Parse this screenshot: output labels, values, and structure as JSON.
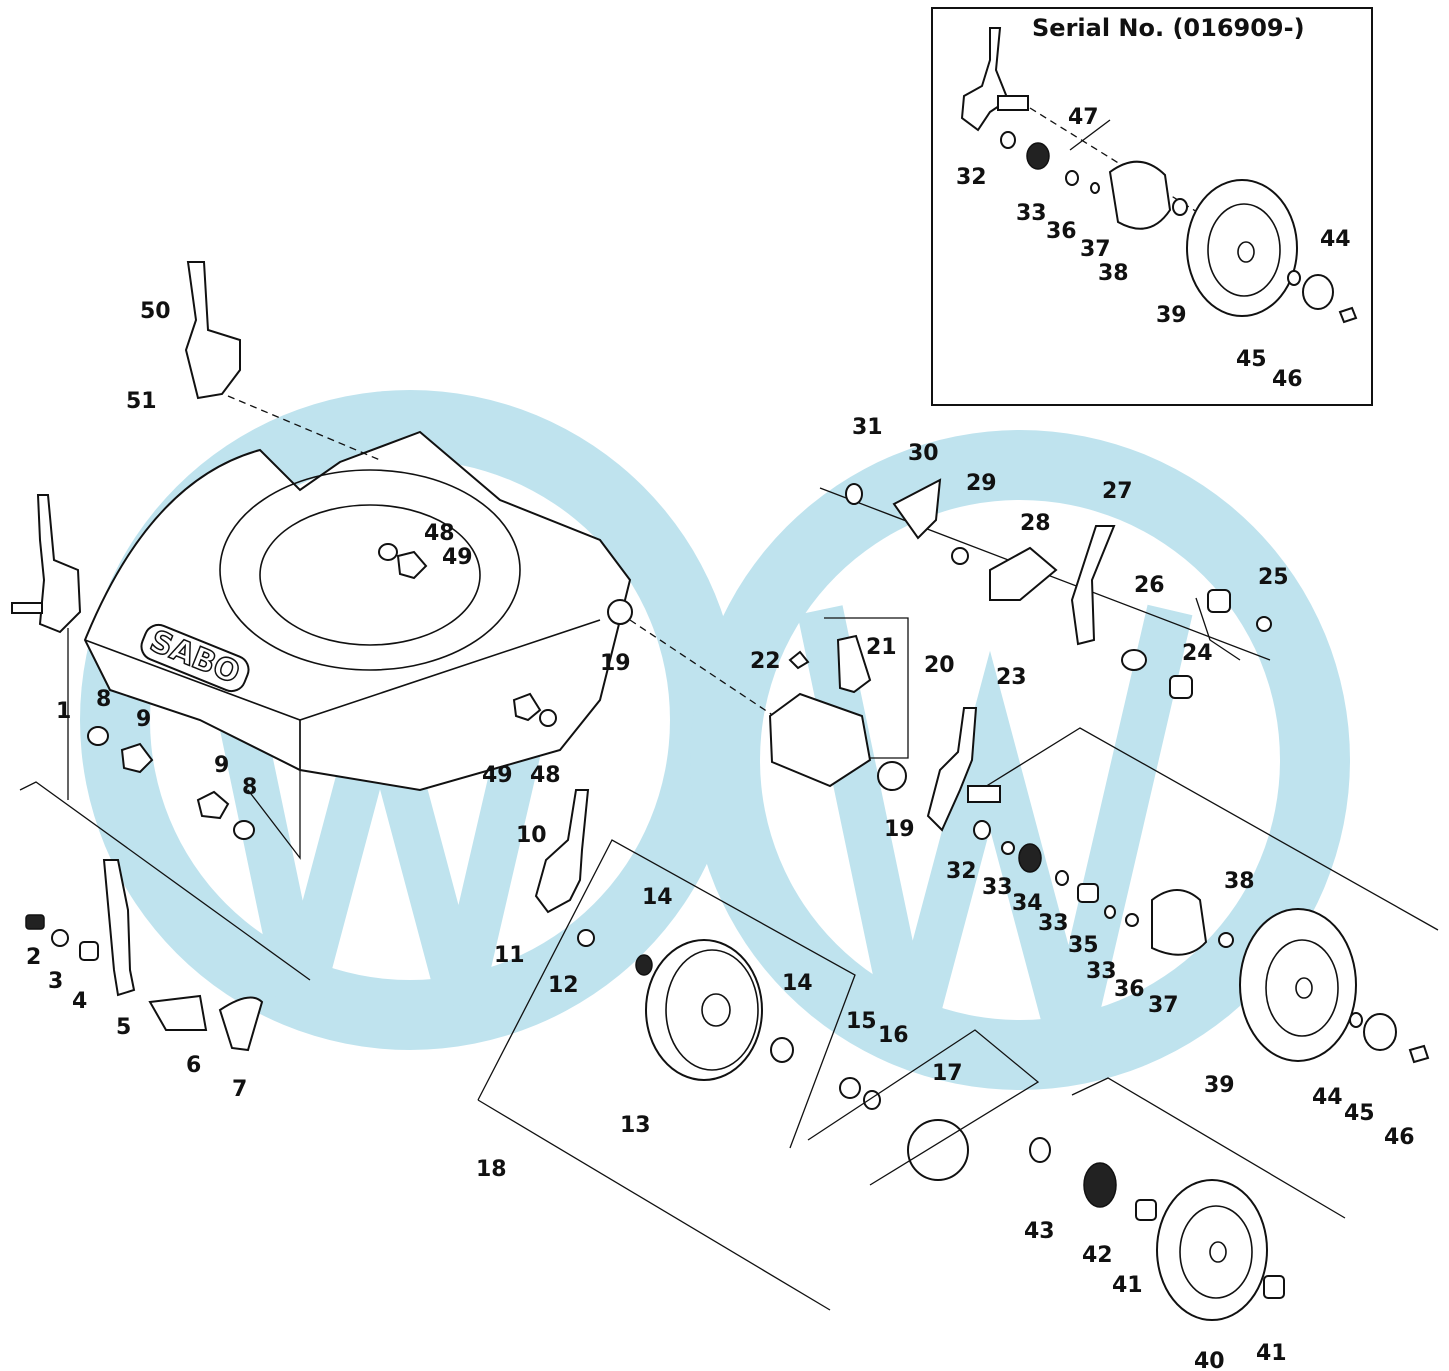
{
  "inset": {
    "title": "Serial No. (016909-)",
    "labels": [
      "32",
      "47",
      "33",
      "36",
      "37",
      "38",
      "39",
      "44",
      "45",
      "46"
    ]
  },
  "deck_logo": "SABO",
  "main_labels": [
    "1",
    "2",
    "3",
    "4",
    "5",
    "6",
    "7",
    "8",
    "9",
    "9",
    "8",
    "10",
    "11",
    "12",
    "13",
    "14",
    "14",
    "15",
    "16",
    "17",
    "18",
    "19",
    "19",
    "20",
    "21",
    "22",
    "23",
    "24",
    "25",
    "26",
    "27",
    "28",
    "29",
    "30",
    "31",
    "32",
    "33",
    "34",
    "33",
    "35",
    "33",
    "36",
    "37",
    "38",
    "39",
    "40",
    "41",
    "41",
    "42",
    "43",
    "44",
    "45",
    "46",
    "48",
    "49",
    "48",
    "49",
    "50",
    "51"
  ],
  "icons": [
    "wheel-icon",
    "roller-icon",
    "gear-icon",
    "handle-bracket-icon",
    "mower-deck-icon",
    "gearbox-icon",
    "watermark-logo-icon"
  ],
  "colors": {
    "line": "#111111",
    "watermark": "#bfe3ee",
    "background": "#ffffff"
  }
}
